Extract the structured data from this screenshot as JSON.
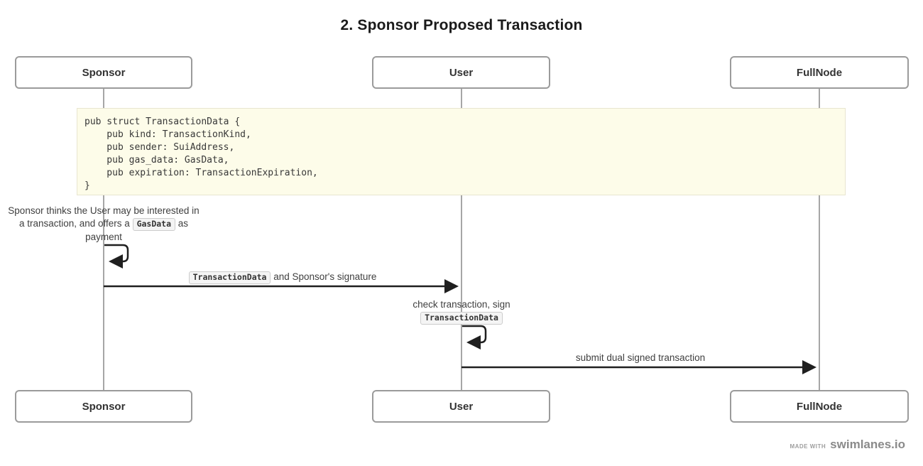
{
  "title": "2. Sponsor Proposed Transaction",
  "actors": [
    {
      "label": "Sponsor"
    },
    {
      "label": "User"
    },
    {
      "label": "FullNode"
    }
  ],
  "note_code": "pub struct TransactionData {\n    pub kind: TransactionKind,\n    pub sender: SuiAddress,\n    pub gas_data: GasData,\n    pub expiration: TransactionExpiration,\n}",
  "events": {
    "sponsor_self_note": {
      "text_before": "Sponsor thinks the User may be interested in a transaction, and offers a ",
      "code": "GasData",
      "text_after": " as payment"
    },
    "sponsor_to_user": {
      "code": "TransactionData",
      "text_after": " and Sponsor's signature"
    },
    "user_self_note": {
      "line1": "check transaction, sign",
      "code": "TransactionData"
    },
    "user_to_fullnode": {
      "text": "submit dual signed transaction"
    }
  },
  "footer": {
    "made_with": "MADE WITH",
    "brand": "swimlanes.io"
  },
  "colors": {
    "note_bg": "#fdfce9",
    "note_border": "#e8e5d0",
    "actor_border": "#9b9b9b",
    "lifeline": "#a6a6a6",
    "arrow": "#1f1f1f",
    "chip_bg": "#f4f4f4",
    "chip_border": "#cccccc"
  }
}
